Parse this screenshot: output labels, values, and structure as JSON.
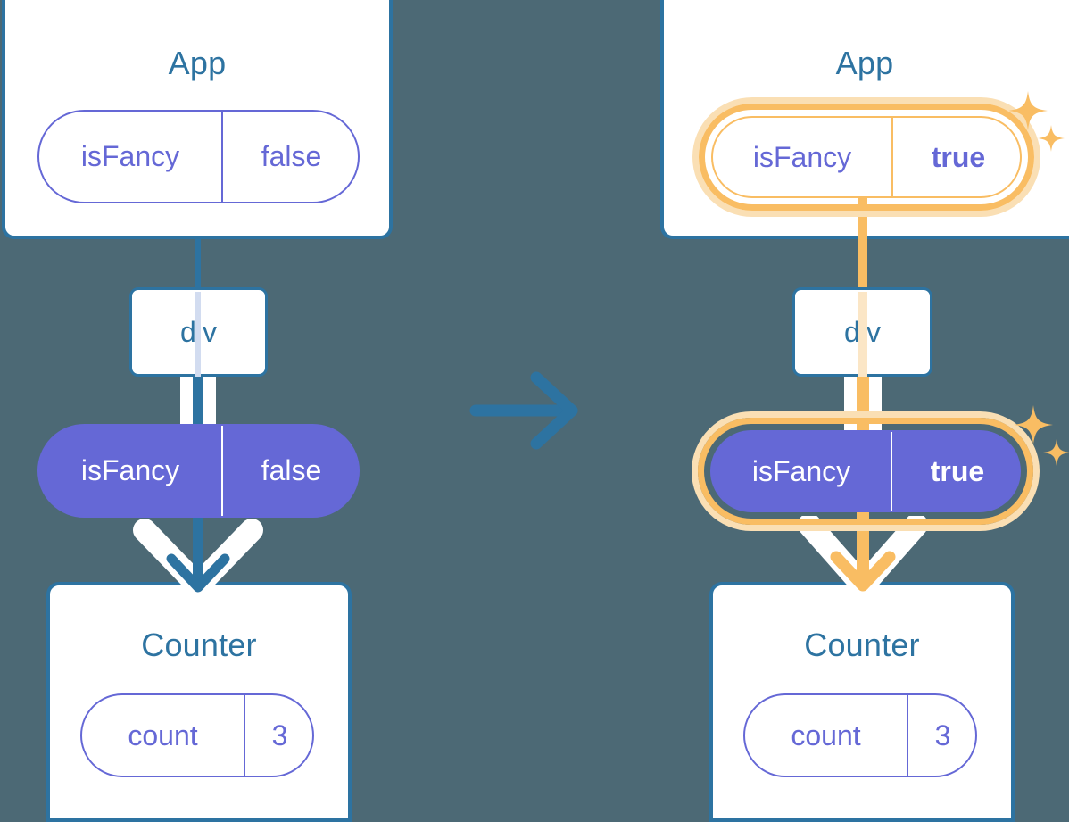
{
  "theme": {
    "background": "#4c6975",
    "blue": "#2d73a1",
    "purple": "#6568d6",
    "white": "#ffffff",
    "highlight_orange": "#f9bd63",
    "highlight_glow": "#fadfb4",
    "light_blue_line": "#d2dcf0",
    "light_orange_line": "#fbe6c6"
  },
  "diagram": {
    "caption_arrow_icon": "arrow-right-icon",
    "before": {
      "label": "before-state",
      "app": {
        "title": "App",
        "state": {
          "name": "isFancy",
          "value": "false",
          "highlighted": false,
          "bold_value": false
        }
      },
      "dom": {
        "tag": "div"
      },
      "props_pill": {
        "name": "isFancy",
        "value": "false",
        "highlighted": false,
        "bold_value": false
      },
      "counter": {
        "title": "Counter",
        "state": {
          "name": "count",
          "value": "3"
        }
      }
    },
    "after": {
      "label": "after-state",
      "app": {
        "title": "App",
        "state": {
          "name": "isFancy",
          "value": "true",
          "highlighted": true,
          "bold_value": true
        }
      },
      "dom": {
        "tag": "div"
      },
      "props_pill": {
        "name": "isFancy",
        "value": "true",
        "highlighted": true,
        "bold_value": true
      },
      "counter": {
        "title": "Counter",
        "state": {
          "name": "count",
          "value": "3"
        }
      }
    }
  }
}
